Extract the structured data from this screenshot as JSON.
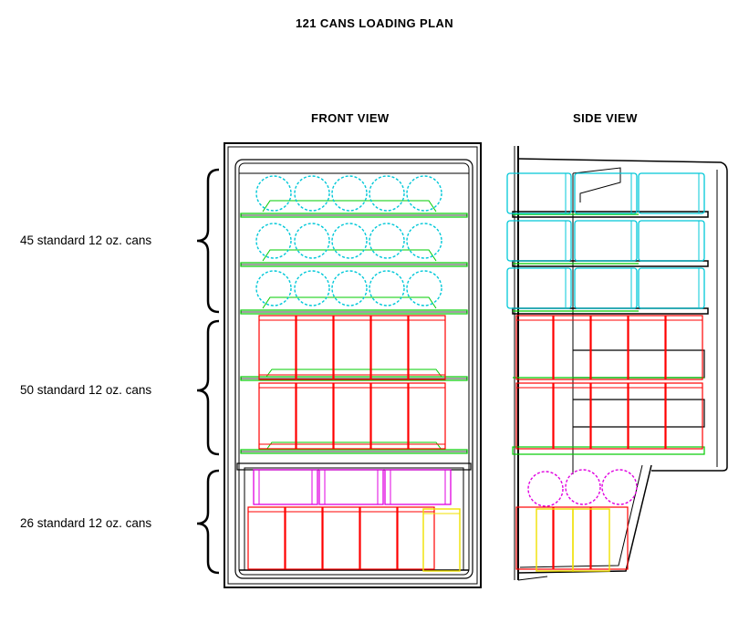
{
  "title": "121 CANS LOADING PLAN",
  "views": {
    "front": "FRONT VIEW",
    "side": "SIDE VIEW"
  },
  "sections": [
    {
      "label": "45 standard 12 oz. cans",
      "color": "#00c8d8"
    },
    {
      "label": "50 standard 12 oz. cans",
      "color": "#ff0000"
    },
    {
      "label": "26 standard 12 oz. cans",
      "color": "#ff0000"
    }
  ],
  "colors": {
    "outline": "#000000",
    "shelf": "#00cc00",
    "cyan_cans": "#00c8d8",
    "red_cans": "#ff0000",
    "magenta_cans": "#e000e0",
    "yellow_cans": "#f0e000"
  }
}
